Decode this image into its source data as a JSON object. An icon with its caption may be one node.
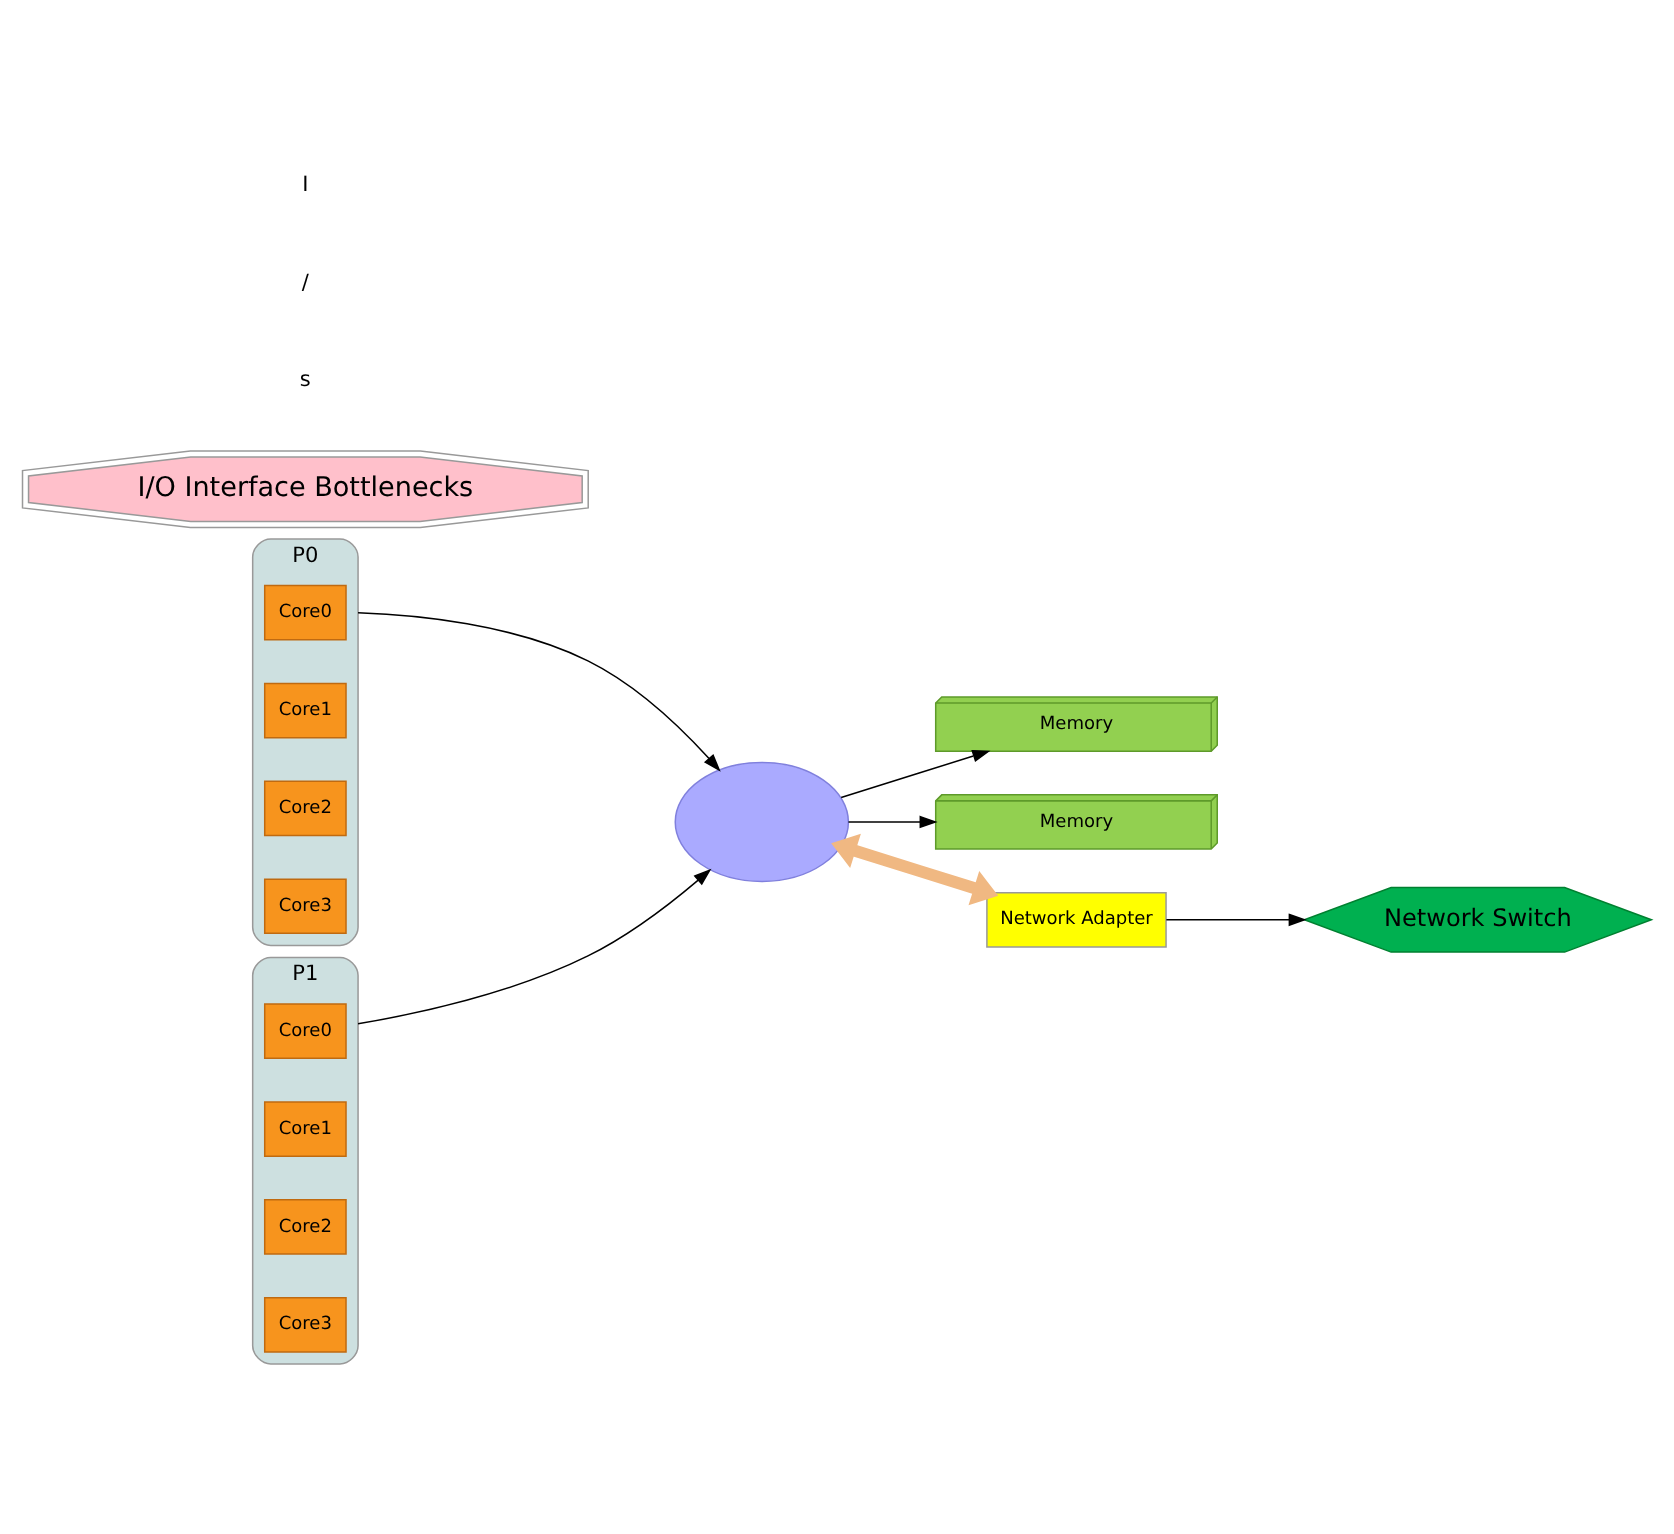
{
  "diagram": {
    "nodes": [
      {
        "text": [
          "P0"
        ]
      },
      {
        "text": [
          "Core0"
        ],
        "in": 0
      },
      {
        "text": [
          "Core1"
        ],
        "in": 0
      },
      {
        "text": [
          "Core2"
        ],
        "in": 0
      },
      {
        "text": [
          "Core3"
        ],
        "in": 0
      },
      {
        "text": [
          "P1"
        ]
      },
      {
        "text": [
          "Core0"
        ],
        "in": 5
      },
      {
        "text": [
          "Core1"
        ],
        "in": 5
      },
      {
        "text": [
          "Core2"
        ],
        "in": 5
      },
      {
        "text": [
          "Core3"
        ],
        "in": 5
      },
      {
        "text": [],
        "shape": "cloud"
      },
      {
        "text": [
          "Memory"
        ]
      },
      {
        "text": [
          "Memory"
        ]
      },
      {
        "text": [
          "I/O Interface Bottlenecks"
        ]
      },
      {
        "text": [
          "Network Adapter"
        ]
      },
      {
        "text": [
          "Network Switch"
        ]
      }
    ],
    "edges": [
      {
        "from": 0,
        "to": 10,
        "arrow": "to"
      },
      {
        "from": 5,
        "to": 10,
        "arrow": "to"
      },
      {
        "from": 10,
        "to": 11,
        "arrow": "to"
      },
      {
        "from": 10,
        "to": 12,
        "arrow": "to"
      },
      {
        "from": 10,
        "to": 14,
        "arrow": "both",
        "style": "thick",
        "color": "#f0b882"
      },
      {
        "from": 14,
        "to": 15,
        "arrow": "to"
      }
    ],
    "labels": [
      "I",
      "/",
      "s"
    ]
  }
}
